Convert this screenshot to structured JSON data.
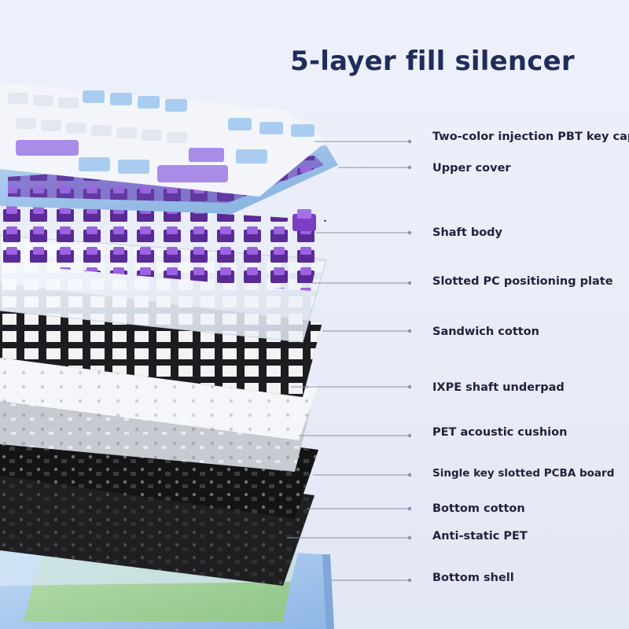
{
  "title": "5-layer fill silencer",
  "colors": {
    "title": "#1f2d5c",
    "label_text": "#1f2338",
    "leader_line": "#8a90a8",
    "keycap_white": "#f4f6fb",
    "keycap_blue": "#a9cdf0",
    "keycap_purple": "#a98be8",
    "switch_purple": "#7c3fc4",
    "upper_cover": "#9dc4ec",
    "pc_plate": "#e8eef8",
    "sandwich_cotton": "#1e1e22",
    "ixpe_pad": "#f6f7fb",
    "pet_cushion": "#c9cbd2",
    "pcba_board": "#161617",
    "bottom_cotton": "#202022",
    "antistatic_pet": "#d7e6f6",
    "bottom_shell": "#a9c9ee",
    "bottom_shell_inner": "#a9d49c"
  },
  "layers": [
    {
      "id": "keycap",
      "label": "Two-color injection PBT key cap",
      "icon": "keycap-icon"
    },
    {
      "id": "upper-cover",
      "label": "Upper cover",
      "icon": "frame-icon"
    },
    {
      "id": "shaft-body",
      "label": "Shaft body",
      "icon": "switch-icon"
    },
    {
      "id": "pc-plate",
      "label": "Slotted PC positioning plate",
      "icon": "plate-icon"
    },
    {
      "id": "sandwich-cotton",
      "label": "Sandwich cotton",
      "icon": "foam-icon"
    },
    {
      "id": "ixpe-underpad",
      "label": "IXPE shaft underpad",
      "icon": "pad-icon"
    },
    {
      "id": "pet-cushion",
      "label": "PET acoustic cushion",
      "icon": "pad-icon"
    },
    {
      "id": "pcba-board",
      "label": "Single key slotted PCBA board",
      "icon": "pcb-icon"
    },
    {
      "id": "bottom-cotton",
      "label": "Bottom cotton",
      "icon": "foam-icon"
    },
    {
      "id": "antistatic-pet",
      "label": "Anti-static PET",
      "icon": "film-icon"
    },
    {
      "id": "bottom-shell",
      "label": "Bottom shell",
      "icon": "case-icon"
    }
  ]
}
